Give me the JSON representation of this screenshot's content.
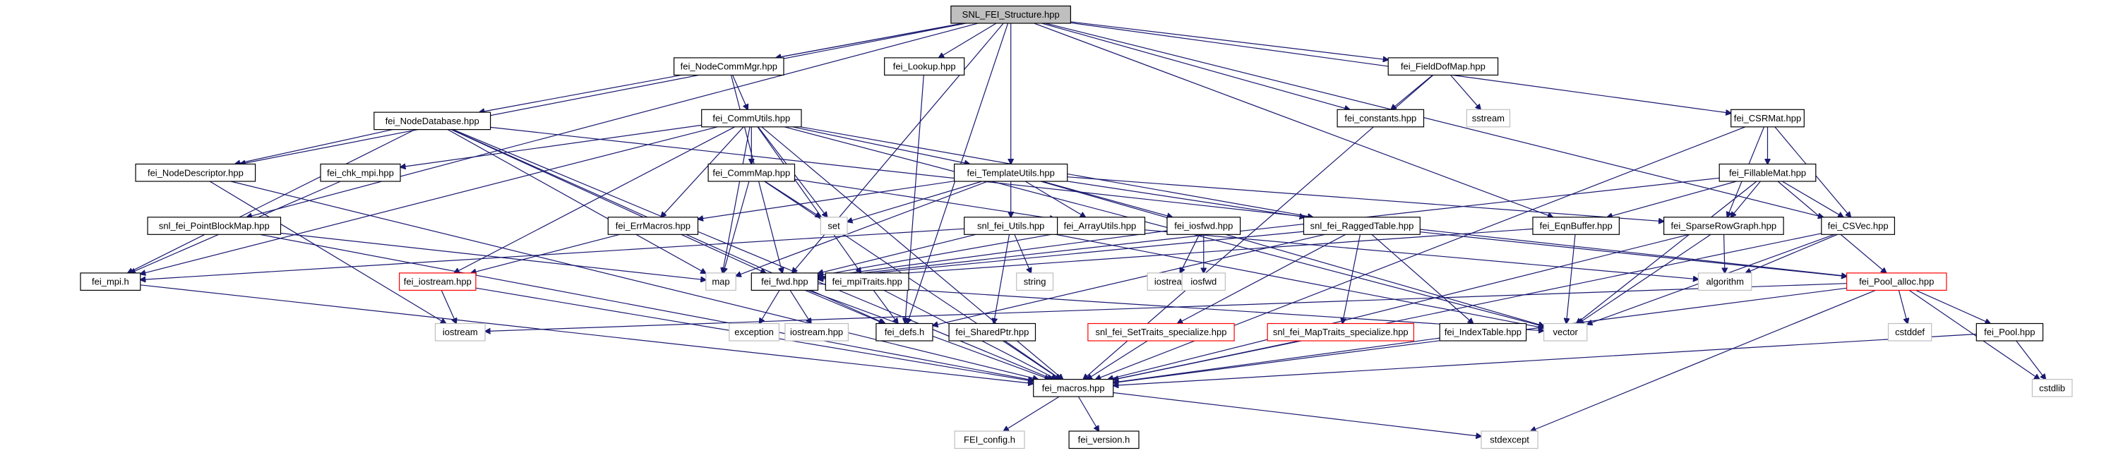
{
  "title": "SNL_FEI_Structure.hpp",
  "nodes": [
    {
      "id": "root",
      "label": "SNL_FEI_Structure.hpp",
      "style": "root"
    },
    {
      "id": "node_comm_mgr",
      "label": "fei_NodeCommMgr.hpp",
      "style": "normal"
    },
    {
      "id": "lookup",
      "label": "fei_Lookup.hpp",
      "style": "normal"
    },
    {
      "id": "field_dof_map",
      "label": "fei_FieldDofMap.hpp",
      "style": "normal"
    },
    {
      "id": "csr_mat",
      "label": "fei_CSRMat.hpp",
      "style": "normal"
    },
    {
      "id": "comm_utils",
      "label": "fei_CommUtils.hpp",
      "style": "normal"
    },
    {
      "id": "node_database",
      "label": "fei_NodeDatabase.hpp",
      "style": "normal"
    },
    {
      "id": "constants",
      "label": "fei_constants.hpp",
      "style": "normal"
    },
    {
      "id": "sstream",
      "label": "sstream",
      "style": "gray"
    },
    {
      "id": "node_descriptor",
      "label": "fei_NodeDescriptor.hpp",
      "style": "normal"
    },
    {
      "id": "chk_mpi",
      "label": "fei_chk_mpi.hpp",
      "style": "normal"
    },
    {
      "id": "comm_map",
      "label": "fei_CommMap.hpp",
      "style": "normal"
    },
    {
      "id": "template_utils",
      "label": "fei_TemplateUtils.hpp",
      "style": "normal"
    },
    {
      "id": "fillable_mat",
      "label": "fei_FillableMat.hpp",
      "style": "normal"
    },
    {
      "id": "set",
      "label": "set",
      "style": "gray"
    },
    {
      "id": "err_macros",
      "label": "fei_ErrMacros.hpp",
      "style": "normal"
    },
    {
      "id": "array_utils",
      "label": "fei_ArrayUtils.hpp",
      "style": "normal"
    },
    {
      "id": "iosfwd_hpp",
      "label": "fei_iosfwd.hpp",
      "style": "normal"
    },
    {
      "id": "ragged_table",
      "label": "snl_fei_RaggedTable.hpp",
      "style": "normal"
    },
    {
      "id": "eqn_buffer",
      "label": "fei_EqnBuffer.hpp",
      "style": "normal"
    },
    {
      "id": "sparse_row_graph",
      "label": "fei_SparseRowGraph.hpp",
      "style": "normal"
    },
    {
      "id": "csvec",
      "label": "fei_CSVec.hpp",
      "style": "normal"
    },
    {
      "id": "point_block_map",
      "label": "snl_fei_PointBlockMap.hpp",
      "style": "normal"
    },
    {
      "id": "snl_utils",
      "label": "snl_fei_Utils.hpp",
      "style": "normal"
    },
    {
      "id": "iostream_h",
      "label": "iostream.h",
      "style": "gray"
    },
    {
      "id": "iosfwd",
      "label": "iosfwd",
      "style": "gray"
    },
    {
      "id": "mpi_h",
      "label": "fei_mpi.h",
      "style": "normal"
    },
    {
      "id": "fei_iostream",
      "label": "fei_iostream.hpp",
      "style": "red"
    },
    {
      "id": "map",
      "label": "map",
      "style": "gray"
    },
    {
      "id": "string",
      "label": "string",
      "style": "gray"
    },
    {
      "id": "fwd",
      "label": "fei_fwd.hpp",
      "style": "normal"
    },
    {
      "id": "mpi_traits",
      "label": "fei_mpiTraits.hpp",
      "style": "normal"
    },
    {
      "id": "algorithm",
      "label": "algorithm",
      "style": "gray"
    },
    {
      "id": "pool_alloc",
      "label": "fei_Pool_alloc.hpp",
      "style": "red"
    },
    {
      "id": "iostream",
      "label": "iostream",
      "style": "gray"
    },
    {
      "id": "vector",
      "label": "vector",
      "style": "gray"
    },
    {
      "id": "exception",
      "label": "exception",
      "style": "gray"
    },
    {
      "id": "iostream_hpp",
      "label": "iostream.hpp",
      "style": "gray"
    },
    {
      "id": "defs",
      "label": "fei_defs.h",
      "style": "normal"
    },
    {
      "id": "shared_ptr",
      "label": "fei_SharedPtr.hpp",
      "style": "normal"
    },
    {
      "id": "set_traits",
      "label": "snl_fei_SetTraits_specialize.hpp",
      "style": "red"
    },
    {
      "id": "map_traits",
      "label": "snl_fei_MapTraits_specialize.hpp",
      "style": "red"
    },
    {
      "id": "index_table",
      "label": "fei_IndexTable.hpp",
      "style": "normal"
    },
    {
      "id": "cstddef",
      "label": "cstddef",
      "style": "gray"
    },
    {
      "id": "pool",
      "label": "fei_Pool.hpp",
      "style": "normal"
    },
    {
      "id": "cstdlib",
      "label": "cstdlib",
      "style": "gray"
    },
    {
      "id": "macros",
      "label": "fei_macros.hpp",
      "style": "normal"
    },
    {
      "id": "fei_config",
      "label": "FEI_config.h",
      "style": "gray"
    },
    {
      "id": "version",
      "label": "fei_version.h",
      "style": "normal"
    },
    {
      "id": "stdexcept",
      "label": "stdexcept",
      "style": "gray"
    }
  ],
  "edges": [
    [
      "root",
      "node_comm_mgr"
    ],
    [
      "root",
      "lookup"
    ],
    [
      "root",
      "field_dof_map"
    ],
    [
      "root",
      "csr_mat"
    ],
    [
      "root",
      "node_database"
    ],
    [
      "root",
      "constants"
    ],
    [
      "root",
      "node_descriptor"
    ],
    [
      "root",
      "template_utils"
    ],
    [
      "root",
      "eqn_buffer"
    ],
    [
      "root",
      "csvec"
    ],
    [
      "root",
      "point_block_map"
    ],
    [
      "root",
      "fwd"
    ],
    [
      "root",
      "defs"
    ],
    [
      "node_comm_mgr",
      "comm_utils"
    ],
    [
      "node_comm_mgr",
      "fwd"
    ],
    [
      "lookup",
      "defs"
    ],
    [
      "field_dof_map",
      "constants"
    ],
    [
      "field_dof_map",
      "sstream"
    ],
    [
      "field_dof_map",
      "macros"
    ],
    [
      "csr_mat",
      "fillable_mat"
    ],
    [
      "csr_mat",
      "sparse_row_graph"
    ],
    [
      "csr_mat",
      "csvec"
    ],
    [
      "csr_mat",
      "macros"
    ],
    [
      "comm_utils",
      "chk_mpi"
    ],
    [
      "comm_utils",
      "comm_map"
    ],
    [
      "comm_utils",
      "template_utils"
    ],
    [
      "comm_utils",
      "set"
    ],
    [
      "comm_utils",
      "err_macros"
    ],
    [
      "comm_utils",
      "ragged_table"
    ],
    [
      "comm_utils",
      "fei_iostream"
    ],
    [
      "comm_utils",
      "map"
    ],
    [
      "comm_utils",
      "mpi_traits"
    ],
    [
      "comm_utils",
      "vector"
    ],
    [
      "comm_utils",
      "macros"
    ],
    [
      "comm_utils",
      "mpi_h"
    ],
    [
      "node_database",
      "node_descriptor"
    ],
    [
      "node_database",
      "mpi_h"
    ],
    [
      "node_database",
      "macros"
    ],
    [
      "node_database",
      "map"
    ],
    [
      "node_database",
      "fwd"
    ],
    [
      "node_database",
      "pool_alloc"
    ],
    [
      "node_database",
      "defs"
    ],
    [
      "node_descriptor",
      "macros"
    ],
    [
      "node_descriptor",
      "iostream"
    ],
    [
      "chk_mpi",
      "mpi_h"
    ],
    [
      "comm_map",
      "set"
    ],
    [
      "comm_map",
      "map"
    ],
    [
      "comm_map",
      "array_utils"
    ],
    [
      "comm_map",
      "macros"
    ],
    [
      "template_utils",
      "set"
    ],
    [
      "template_utils",
      "err_macros"
    ],
    [
      "template_utils",
      "array_utils"
    ],
    [
      "template_utils",
      "iosfwd_hpp"
    ],
    [
      "template_utils",
      "ragged_table"
    ],
    [
      "template_utils",
      "snl_utils"
    ],
    [
      "template_utils",
      "map"
    ],
    [
      "template_utils",
      "vector"
    ],
    [
      "template_utils",
      "sparse_row_graph"
    ],
    [
      "fillable_mat",
      "eqn_buffer"
    ],
    [
      "fillable_mat",
      "sparse_row_graph"
    ],
    [
      "fillable_mat",
      "csvec"
    ],
    [
      "fillable_mat",
      "pool_alloc"
    ],
    [
      "fillable_mat",
      "vector"
    ],
    [
      "fillable_mat",
      "fwd"
    ],
    [
      "err_macros",
      "fei_iostream"
    ],
    [
      "array_utils",
      "fwd"
    ],
    [
      "array_utils",
      "algorithm"
    ],
    [
      "iosfwd_hpp",
      "iostream_h"
    ],
    [
      "iosfwd_hpp",
      "iosfwd"
    ],
    [
      "iosfwd_hpp",
      "fwd"
    ],
    [
      "ragged_table",
      "fwd"
    ],
    [
      "ragged_table",
      "set_traits"
    ],
    [
      "ragged_table",
      "map_traits"
    ],
    [
      "ragged_table",
      "index_table"
    ],
    [
      "ragged_table",
      "pool_alloc"
    ],
    [
      "ragged_table",
      "defs"
    ],
    [
      "eqn_buffer",
      "fwd"
    ],
    [
      "eqn_buffer",
      "vector"
    ],
    [
      "sparse_row_graph",
      "vector"
    ],
    [
      "sparse_row_graph",
      "algorithm"
    ],
    [
      "sparse_row_graph",
      "macros"
    ],
    [
      "csvec",
      "algorithm"
    ],
    [
      "csvec",
      "vector"
    ],
    [
      "csvec",
      "macros"
    ],
    [
      "point_block_map",
      "map"
    ],
    [
      "point_block_map",
      "macros"
    ],
    [
      "snl_utils",
      "mpi_h"
    ],
    [
      "snl_utils",
      "string"
    ],
    [
      "snl_utils",
      "fwd"
    ],
    [
      "snl_utils",
      "shared_ptr"
    ],
    [
      "snl_utils",
      "vector"
    ],
    [
      "mpi_h",
      "macros"
    ],
    [
      "fei_iostream",
      "iostream"
    ],
    [
      "fei_iostream",
      "macros"
    ],
    [
      "fwd",
      "exception"
    ],
    [
      "fwd",
      "iostream_hpp"
    ],
    [
      "fwd",
      "defs"
    ],
    [
      "fwd",
      "vector"
    ],
    [
      "fwd",
      "macros"
    ],
    [
      "mpi_traits",
      "defs"
    ],
    [
      "mpi_traits",
      "macros"
    ],
    [
      "pool_alloc",
      "iostream"
    ],
    [
      "pool_alloc",
      "cstddef"
    ],
    [
      "pool_alloc",
      "pool"
    ],
    [
      "pool_alloc",
      "cstdlib"
    ],
    [
      "pool_alloc",
      "macros"
    ],
    [
      "pool_alloc",
      "stdexcept"
    ],
    [
      "shared_ptr",
      "macros"
    ],
    [
      "set_traits",
      "macros"
    ],
    [
      "map_traits",
      "macros"
    ],
    [
      "index_table",
      "macros"
    ],
    [
      "pool",
      "macros"
    ],
    [
      "pool",
      "cstdlib"
    ],
    [
      "macros",
      "fei_config"
    ],
    [
      "macros",
      "version"
    ],
    [
      "macros",
      "stdexcept"
    ]
  ]
}
